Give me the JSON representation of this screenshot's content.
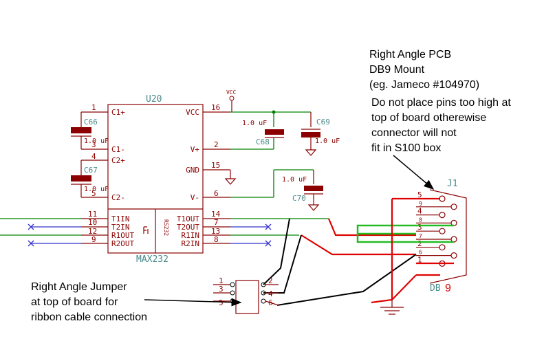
{
  "u20": {
    "ref": "U20",
    "part": "MAX232",
    "inner_label": "RS232",
    "pins_left": [
      {
        "num": "1",
        "name": "C1+"
      },
      {
        "num": "3",
        "name": "C1-"
      },
      {
        "num": "4",
        "name": "C2+"
      },
      {
        "num": "5",
        "name": "C2-"
      },
      {
        "num": "11",
        "name": "T1IN"
      },
      {
        "num": "10",
        "name": "T2IN"
      },
      {
        "num": "12",
        "name": "R1OUT"
      },
      {
        "num": "9",
        "name": "R2OUT"
      }
    ],
    "pins_right": [
      {
        "num": "16",
        "name": "VCC"
      },
      {
        "num": "2",
        "name": "V+"
      },
      {
        "num": "15",
        "name": "GND"
      },
      {
        "num": "6",
        "name": "V-"
      },
      {
        "num": "14",
        "name": "T1OUT"
      },
      {
        "num": "7",
        "name": "T2OUT"
      },
      {
        "num": "13",
        "name": "R1IN"
      },
      {
        "num": "8",
        "name": "R2IN"
      }
    ]
  },
  "vcc_label": "VCC",
  "capacitors": [
    {
      "ref": "C66",
      "value": "1.0 uF"
    },
    {
      "ref": "C67",
      "value": "1.0 uF"
    },
    {
      "ref": "C68",
      "value": "1.0 uF"
    },
    {
      "ref": "C69",
      "value": "1.0 uF"
    },
    {
      "ref": "C70",
      "value": "1.0 uF"
    }
  ],
  "connector": {
    "ref": "J1",
    "name_prefix": "DB",
    "name_suffix": "9",
    "pins": [
      "5",
      "9",
      "4",
      "8",
      "3",
      "7",
      "2",
      "6",
      "1"
    ]
  },
  "jumper": {
    "pins_left": [
      "1",
      "3",
      "5"
    ],
    "pins_right": [
      "2",
      "4",
      "6"
    ]
  },
  "notes": {
    "mount_lines": [
      "Right Angle PCB",
      "DB9 Mount",
      "(eg. Jameco #104970)"
    ],
    "warning_lines": [
      "Do not place pins too high at",
      "top of board otherewise",
      "connector will not",
      "fit in S100 box"
    ],
    "jumper_lines": [
      "Right Angle Jumper",
      "at top of board for",
      "ribbon cable connection"
    ]
  }
}
